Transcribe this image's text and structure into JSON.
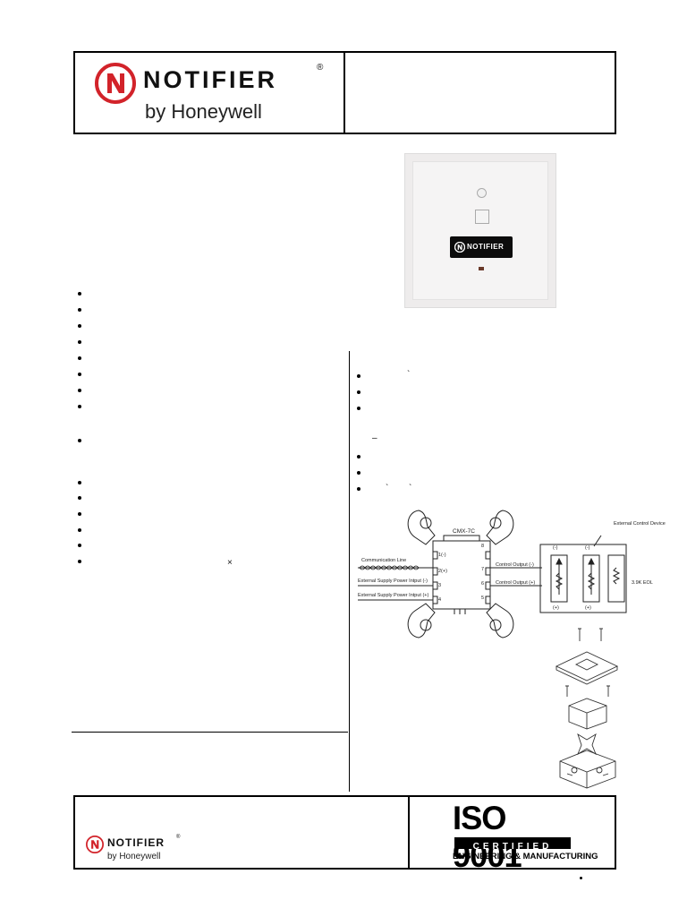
{
  "header": {
    "brand": "NOTIFIER",
    "registered": "®",
    "byline": "by Honeywell"
  },
  "product_photo": {
    "badge": "NOTIFIER"
  },
  "wiring_diagram": {
    "module_label": "CMX-7C",
    "external_device_label": "External Control Device",
    "communication_line": "Communication Line",
    "ext_supply_minus": "External Supply Power Intput (-)",
    "ext_supply_plus": "External Supply Power Intput (+)",
    "control_output_minus": "Control Output (-)",
    "control_output_plus": "Control Output (+)",
    "eol_label": "3.9K EOL",
    "terminals_left": [
      "1(-)",
      "2(+)",
      "3",
      "4"
    ],
    "terminals_right": [
      "8",
      "7",
      "6",
      "5"
    ],
    "minus_sign": "(-)",
    "plus_sign": "(+)"
  },
  "footer": {
    "brand": "NOTIFIER",
    "registered": "®",
    "byline": "by Honeywell",
    "iso_title": "ISO 9001",
    "iso_certified": "CERTIFIED",
    "iso_subtitle": "ENGINEERING & MANUFACTURING"
  },
  "stray_marks": {
    "times": "×",
    "dash": "–",
    "tick": "`"
  }
}
